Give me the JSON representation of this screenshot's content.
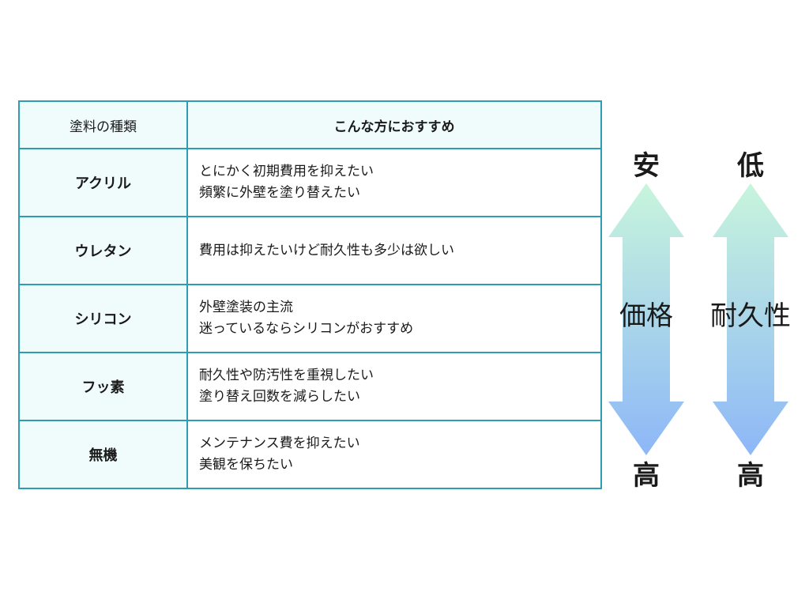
{
  "table": {
    "headers": {
      "type": "塗料の種類",
      "recommendation": "こんな方におすすめ"
    },
    "rows": [
      {
        "type": "アクリル",
        "lines": [
          "とにかく初期費用を抑えたい",
          "頻繁に外壁を塗り替えたい"
        ]
      },
      {
        "type": "ウレタン",
        "lines": [
          "費用は抑えたいけど耐久性も多少は欲しい"
        ]
      },
      {
        "type": "シリコン",
        "lines": [
          "外壁塗装の主流",
          "迷っているならシリコンがおすすめ"
        ]
      },
      {
        "type": "フッ素",
        "lines": [
          "耐久性や防汚性を重視したい",
          "塗り替え回数を減らしたい"
        ]
      },
      {
        "type": "無機",
        "lines": [
          "メンテナンス費を抑えたい",
          "美観を保ちたい"
        ]
      }
    ]
  },
  "scales": {
    "price": {
      "top": "安",
      "middle": "価格",
      "bottom": "高"
    },
    "durability": {
      "top": "低",
      "middle": "耐久性",
      "bottom": "高"
    }
  },
  "colors": {
    "border": "#2e9db3",
    "header_bg": "#f0fcfc",
    "arrow_top": "#c8f5dc",
    "arrow_bottom": "#8db7f7"
  }
}
